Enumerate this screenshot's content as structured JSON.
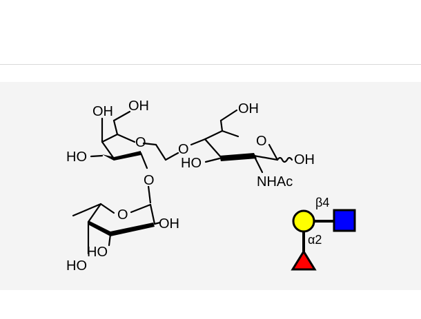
{
  "structure": {
    "labels": {
      "gal_oh6": "OH",
      "gal_oh4": "OH",
      "gal_oh3": "HO",
      "gal_ring_o": "O",
      "glycosidic_o_b4": "O",
      "glycosidic_o_a2": "O",
      "glc_oh6": "OH",
      "glc_ring_o": "O",
      "glc_oh1": "OH",
      "glc_oh3": "HO",
      "glc_nhac": "NHAc",
      "fuc_ring_o": "O",
      "fuc_oh2": "OH",
      "fuc_oh3": "HO",
      "fuc_oh4": "HO"
    }
  },
  "glycan_symbols": {
    "galactose": {
      "shape": "circle",
      "color": "#ffff00"
    },
    "glcnac": {
      "shape": "square",
      "color": "#0000ff"
    },
    "fucose": {
      "shape": "triangle",
      "color": "#ff0000"
    },
    "linkage_beta4": "β4",
    "linkage_alpha2": "α2"
  }
}
